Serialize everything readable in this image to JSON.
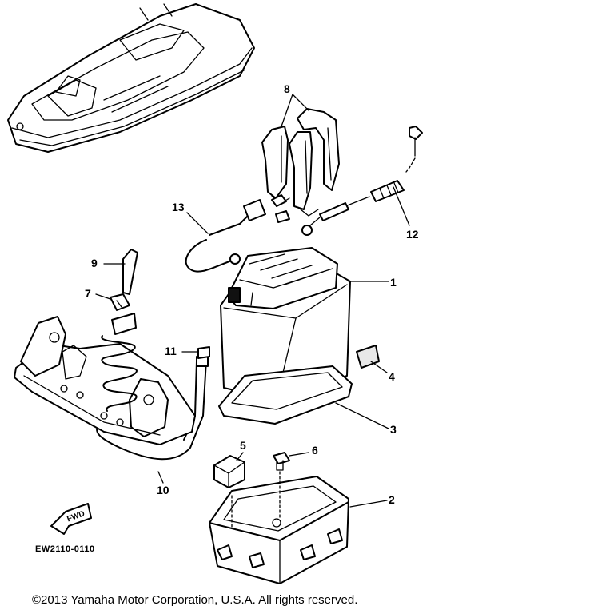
{
  "callouts": {
    "c1": "1",
    "c2": "2",
    "c3": "3",
    "c4": "4",
    "c5": "5",
    "c6": "6",
    "c7": "7",
    "c8": "8",
    "c9": "9",
    "c10": "10",
    "c11": "11",
    "c12": "12",
    "c13": "13"
  },
  "fwd_label": "FWD",
  "diagram_code": "EW2110-0110",
  "copyright": "©2013 Yamaha Motor Corporation, U.S.A. All rights reserved."
}
